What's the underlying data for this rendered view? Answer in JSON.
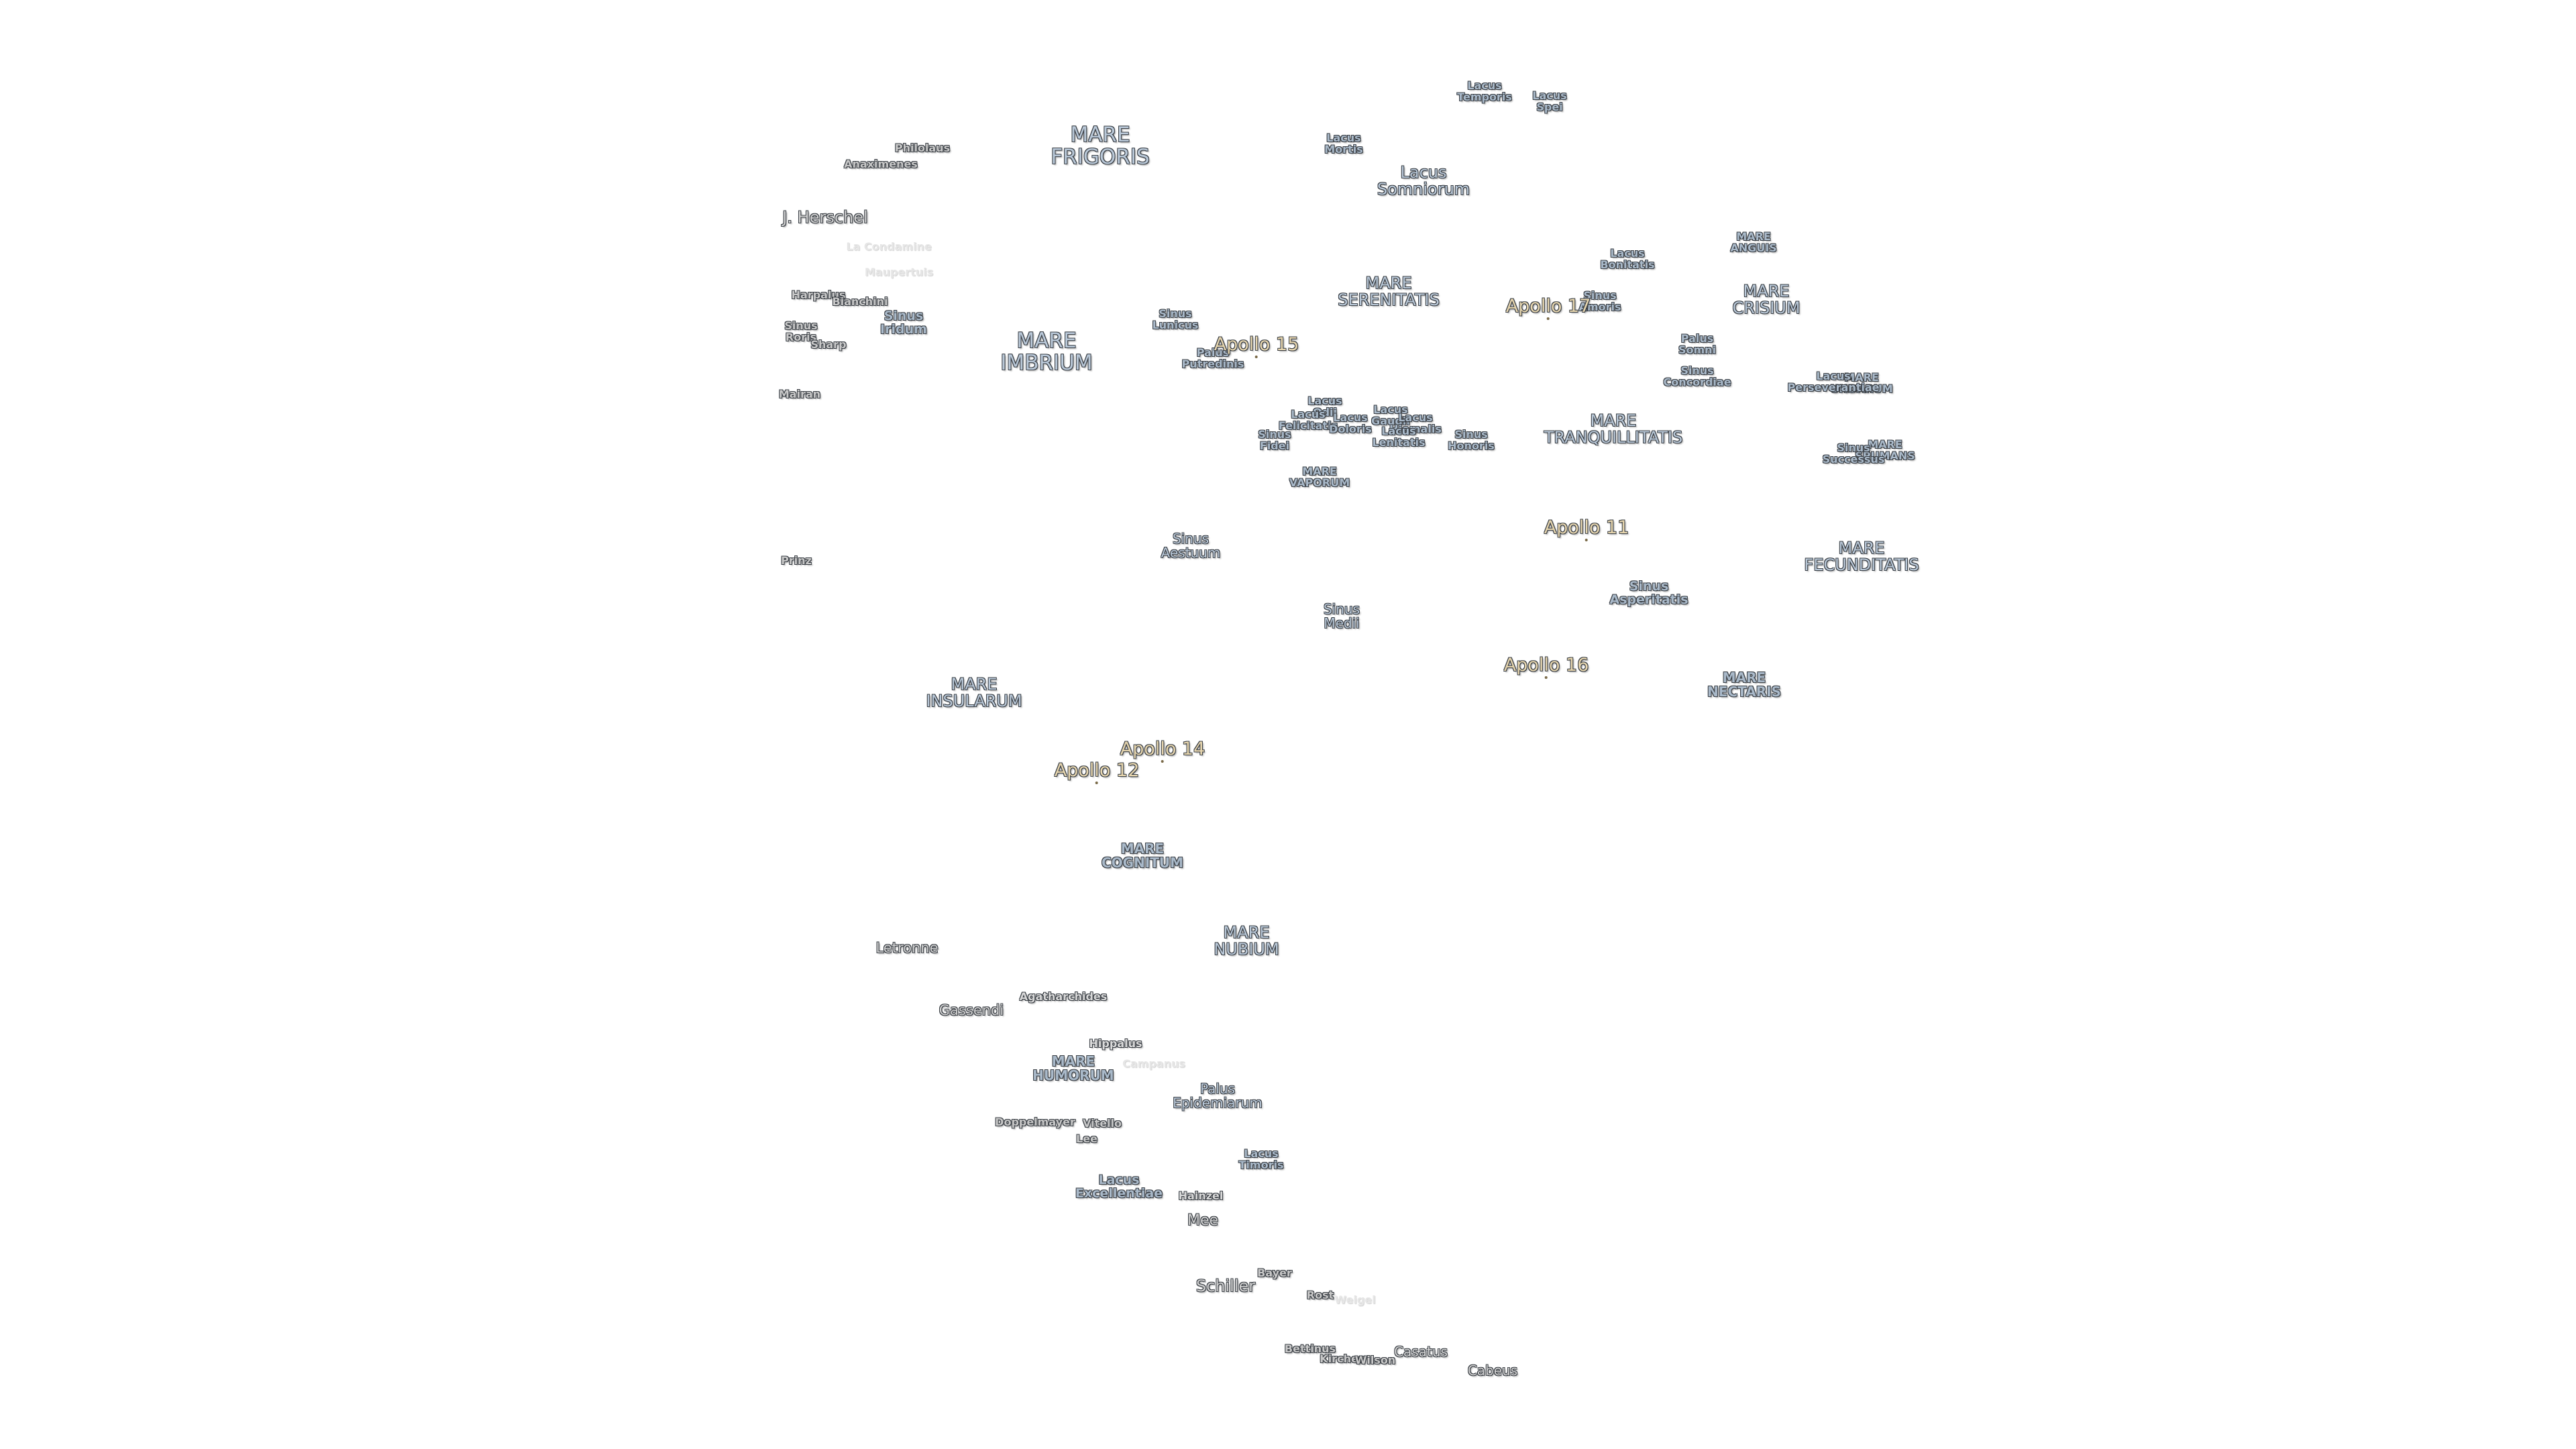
{
  "labels": [
    {
      "id": "mare-frigoris",
      "text": "MARE\nFRIGORIS",
      "kind": "mare"
    },
    {
      "id": "mare-imbrium",
      "text": "MARE\nIMBRIUM",
      "kind": "mare"
    },
    {
      "id": "mare-serenitatis",
      "text": "MARE\nSERENITATIS",
      "kind": "mare-sm"
    },
    {
      "id": "mare-tranquillitatis",
      "text": "MARE\nTRANQUILLITATIS",
      "kind": "mare-sm"
    },
    {
      "id": "mare-crisium",
      "text": "MARE\nCRISIUM",
      "kind": "mare-sm"
    },
    {
      "id": "mare-fecunditatis",
      "text": "MARE\nFECUNDITATIS",
      "kind": "mare-sm"
    },
    {
      "id": "mare-nectaris",
      "text": "MARE\nNECTARIS",
      "kind": "lake"
    },
    {
      "id": "mare-insularum",
      "text": "MARE\nINSULARUM",
      "kind": "mare-sm"
    },
    {
      "id": "mare-cognitum",
      "text": "MARE\nCOGNITUM",
      "kind": "lake"
    },
    {
      "id": "mare-nubium",
      "text": "MARE\nNUBIUM",
      "kind": "mare-sm"
    },
    {
      "id": "mare-humorum",
      "text": "MARE\nHUMORUM",
      "kind": "lake"
    },
    {
      "id": "mare-vaporum",
      "text": "MARE\nVAPORUM",
      "kind": "lake"
    },
    {
      "id": "mare-anguis",
      "text": "MARE\nANGUIS",
      "kind": "lake"
    },
    {
      "id": "mare-undarum",
      "text": "MARE\nUNDARUM",
      "kind": "lake"
    },
    {
      "id": "mare-spumans",
      "text": "MARE\nSPUMANS",
      "kind": "lake"
    },
    {
      "id": "lacus-temporis",
      "text": "Lacus\nTemporis",
      "kind": "lake"
    },
    {
      "id": "lacus-spei",
      "text": "Lacus\nSpei",
      "kind": "lake"
    },
    {
      "id": "lacus-mortis",
      "text": "Lacus\nMortis",
      "kind": "lake"
    },
    {
      "id": "lacus-somniorum",
      "text": "Lacus\nSomniorum",
      "kind": "mare-sm"
    },
    {
      "id": "lacus-bonitatis",
      "text": "Lacus\nBonitatis",
      "kind": "lake"
    },
    {
      "id": "sinus-amoris",
      "text": "Sinus\nAmoris",
      "kind": "lake"
    },
    {
      "id": "palus-somni",
      "text": "Palus\nSomni",
      "kind": "lake"
    },
    {
      "id": "sinus-concordiae",
      "text": "Sinus\nConcordiae",
      "kind": "lake"
    },
    {
      "id": "lacus-perseverantiae",
      "text": "Lacus\nPerseverantiae",
      "kind": "lake"
    },
    {
      "id": "sinus-successus",
      "text": "Sinus\nSuccessus",
      "kind": "lake"
    },
    {
      "id": "sinus-lunicus",
      "text": "Sinus\nLunicus",
      "kind": "lake"
    },
    {
      "id": "palus-putredinis",
      "text": "Palus\nPutredinis",
      "kind": "lake"
    },
    {
      "id": "sinus-iridum",
      "text": "Sinus\nIridum",
      "kind": "lake"
    },
    {
      "id": "sinus-roris",
      "text": "Sinus\nRoris",
      "kind": "crater"
    },
    {
      "id": "lacus-odii",
      "text": "Lacus\nOdii",
      "kind": "lake"
    },
    {
      "id": "lacus-felicitatis",
      "text": "Lacus\nFelicitatis",
      "kind": "lake"
    },
    {
      "id": "lacus-doloris",
      "text": "Lacus\nDoloris",
      "kind": "lake"
    },
    {
      "id": "lacus-gaudii",
      "text": "Lacus\nGaudii",
      "kind": "lake"
    },
    {
      "id": "lacus-hiemalis",
      "text": "Lacus\nHiemalis",
      "kind": "lake"
    },
    {
      "id": "lacus-lenitatis",
      "text": "Lacus\nLenitatis",
      "kind": "lake"
    },
    {
      "id": "sinus-fidei",
      "text": "Sinus\nFidei",
      "kind": "lake"
    },
    {
      "id": "sinus-honoris",
      "text": "Sinus\nHonoris",
      "kind": "lake"
    },
    {
      "id": "sinus-aestuum",
      "text": "Sinus\nAestuum",
      "kind": "mare-sm"
    },
    {
      "id": "sinus-medii",
      "text": "Sinus\nMedii",
      "kind": "mare-sm"
    },
    {
      "id": "sinus-asperitatis",
      "text": "Sinus\nAsperitatis",
      "kind": "lake"
    },
    {
      "id": "palus-epidemiarum",
      "text": "Palus\nEpidemiarum",
      "kind": "mare-sm"
    },
    {
      "id": "lacus-timoris",
      "text": "Lacus\nTimoris",
      "kind": "lake"
    },
    {
      "id": "lacus-excellentiae",
      "text": "Lacus\nExcellentiae",
      "kind": "lake"
    },
    {
      "id": "philolaus",
      "text": "Philolaus",
      "kind": "crater"
    },
    {
      "id": "anaximenes",
      "text": "Anaximenes",
      "kind": "crater"
    },
    {
      "id": "j-herschel",
      "text": "J. Herschel",
      "kind": "crater-lg"
    },
    {
      "id": "la-condamine",
      "text": "La Condamine",
      "kind": "faint"
    },
    {
      "id": "maupertuis",
      "text": "Maupertuis",
      "kind": "faint"
    },
    {
      "id": "harpalus",
      "text": "Harpalus",
      "kind": "crater"
    },
    {
      "id": "bianchini",
      "text": "Bianchini",
      "kind": "crater"
    },
    {
      "id": "sharp",
      "text": "Sharp",
      "kind": "crater"
    },
    {
      "id": "mairan",
      "text": "Mairan",
      "kind": "crater"
    },
    {
      "id": "prinz",
      "text": "Prinz",
      "kind": "crater"
    },
    {
      "id": "letronne",
      "text": "Letronne",
      "kind": "crater-lg"
    },
    {
      "id": "gassendi",
      "text": "Gassendi",
      "kind": "crater-lg"
    },
    {
      "id": "agatharchides",
      "text": "Agatharchides",
      "kind": "crater"
    },
    {
      "id": "hippalus",
      "text": "Hippalus",
      "kind": "crater"
    },
    {
      "id": "campanus",
      "text": "Campanus",
      "kind": "faint"
    },
    {
      "id": "doppelmayer",
      "text": "Doppelmayer",
      "kind": "crater"
    },
    {
      "id": "vitello",
      "text": "Vitello",
      "kind": "crater"
    },
    {
      "id": "lee",
      "text": "Lee",
      "kind": "crater"
    },
    {
      "id": "hainzel",
      "text": "Hainzel",
      "kind": "crater"
    },
    {
      "id": "mee",
      "text": "Mee",
      "kind": "crater-lg"
    },
    {
      "id": "schiller",
      "text": "Schiller",
      "kind": "crater-lg"
    },
    {
      "id": "bayer",
      "text": "Bayer",
      "kind": "crater"
    },
    {
      "id": "rost",
      "text": "Rost",
      "kind": "crater"
    },
    {
      "id": "weigel",
      "text": "Weigel",
      "kind": "faint"
    },
    {
      "id": "bettinus",
      "text": "Bettinus",
      "kind": "crater"
    },
    {
      "id": "kircher",
      "text": "Kircher",
      "kind": "crater"
    },
    {
      "id": "wilson",
      "text": "Wilson",
      "kind": "crater"
    },
    {
      "id": "casatus",
      "text": "Casatus",
      "kind": "crater-lg"
    },
    {
      "id": "cabeus",
      "text": "Cabeus",
      "kind": "crater-lg"
    },
    {
      "id": "apollo-11",
      "text": "Apollo 11",
      "kind": "apollo"
    },
    {
      "id": "apollo-12",
      "text": "Apollo 12",
      "kind": "apollo"
    },
    {
      "id": "apollo-14",
      "text": "Apollo 14",
      "kind": "apollo"
    },
    {
      "id": "apollo-15",
      "text": "Apollo 15",
      "kind": "apollo"
    },
    {
      "id": "apollo-16",
      "text": "Apollo 16",
      "kind": "apollo"
    },
    {
      "id": "apollo-17",
      "text": "Apollo 17",
      "kind": "apollo"
    }
  ]
}
